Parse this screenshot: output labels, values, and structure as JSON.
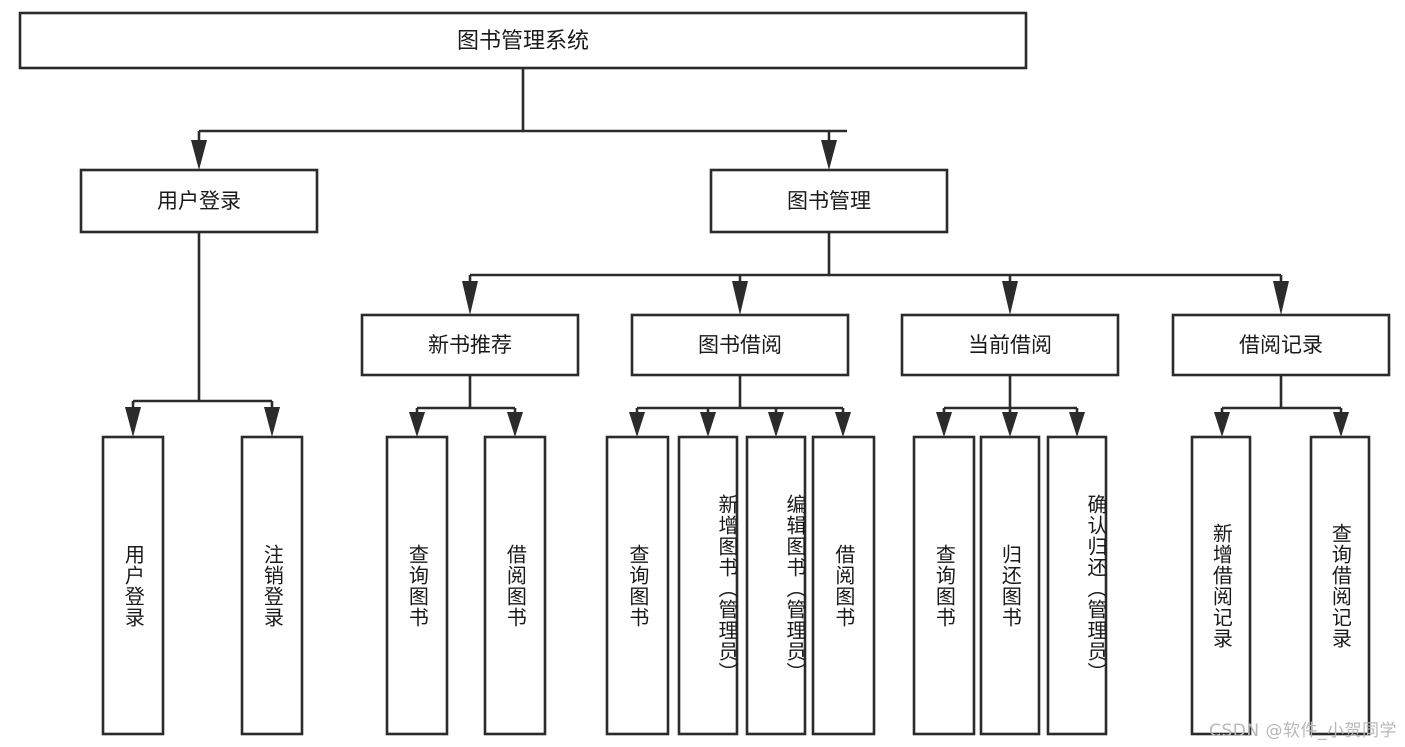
{
  "diagram": {
    "title": "图书管理系统",
    "type": "tree",
    "orientation": "top-down",
    "colors": {
      "box_stroke": "#2b2b2b",
      "box_fill": "#ffffff",
      "text": "#1a1a1a",
      "background": "#ffffff",
      "watermark": "#b9b9b9"
    },
    "root": {
      "label": "图书管理系统"
    },
    "level2": [
      {
        "label": "用户登录"
      },
      {
        "label": "图书管理"
      }
    ],
    "level3": [
      {
        "label": "新书推荐"
      },
      {
        "label": "图书借阅"
      },
      {
        "label": "当前借阅"
      },
      {
        "label": "借阅记录"
      }
    ],
    "leaves": {
      "user_login": [
        {
          "label": "用户登录"
        },
        {
          "label": "注销登录"
        }
      ],
      "new_book_recommend": [
        {
          "label": "查询图书"
        },
        {
          "label": "借阅图书"
        }
      ],
      "book_borrow": [
        {
          "label": "查询图书"
        },
        {
          "label": "新增图书（管理员）"
        },
        {
          "label": "编辑图书（管理员）"
        },
        {
          "label": "借阅图书"
        }
      ],
      "current_borrow": [
        {
          "label": "查询图书"
        },
        {
          "label": "归还图书"
        },
        {
          "label": "确认归还（管理员）"
        }
      ],
      "borrow_record": [
        {
          "label": "新增借阅记录"
        },
        {
          "label": "查询借阅记录"
        }
      ]
    }
  },
  "watermark": {
    "text": "CSDN @软件_小贺同学"
  }
}
